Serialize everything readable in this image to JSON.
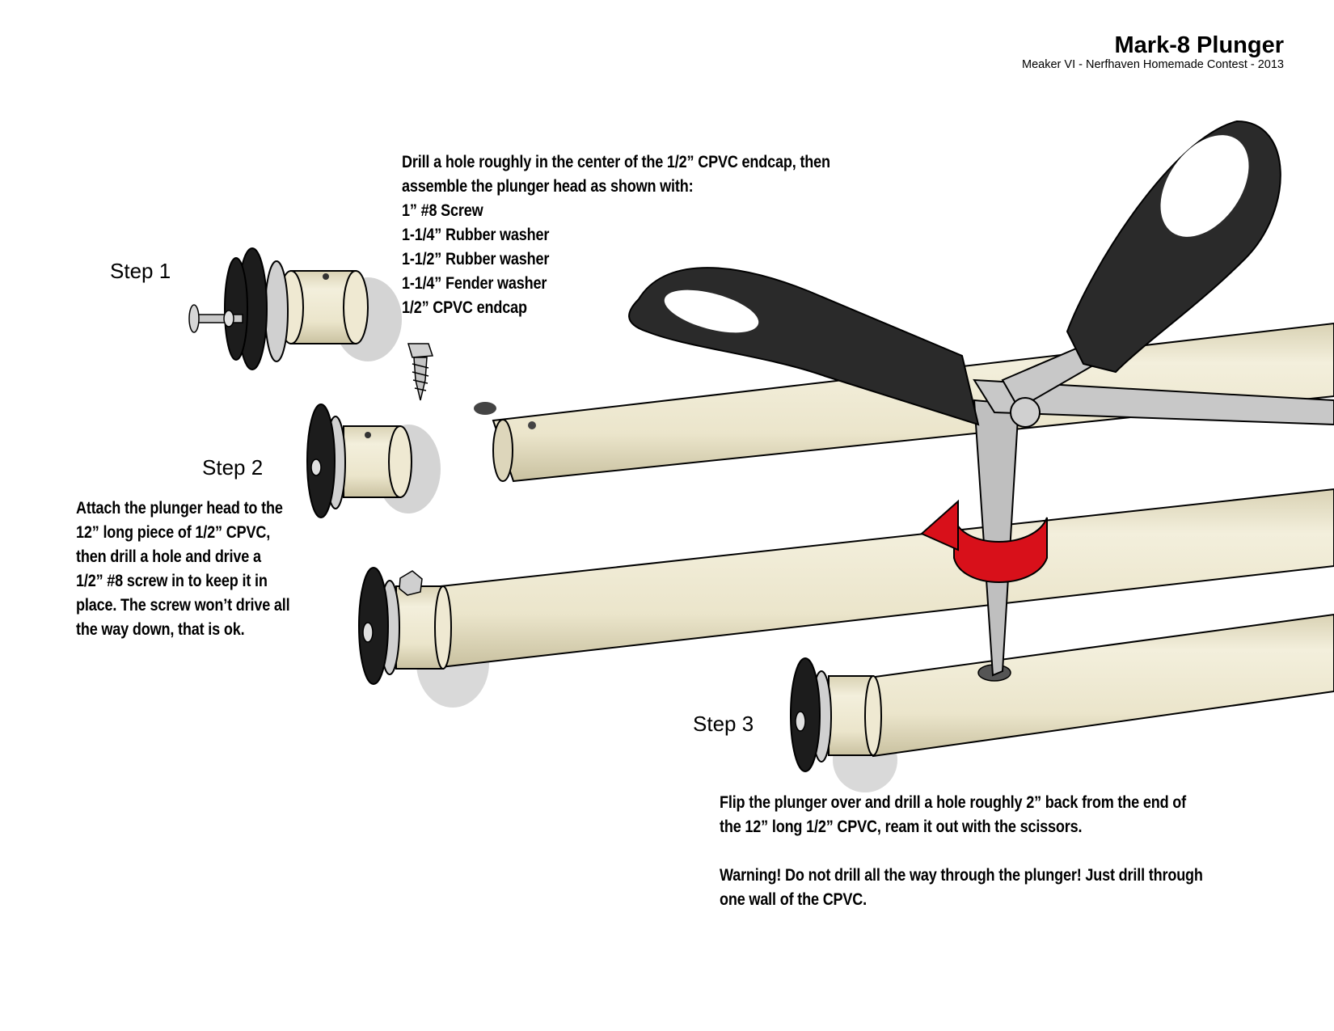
{
  "header": {
    "title": "Mark-8 Plunger",
    "subtitle": "Meaker VI - Nerfhaven Homemade Contest - 2013"
  },
  "steps": {
    "step1_label": "Step 1",
    "step2_label": "Step 2",
    "step3_label": "Step 3"
  },
  "instructions": {
    "step1_lines": [
      "Drill a hole roughly in the center of the 1/2” CPVC endcap, then",
      "assemble the plunger head as shown with:",
      "1” #8 Screw",
      "1-1/4” Rubber washer",
      "1-1/2” Rubber washer",
      "1-1/4” Fender washer",
      "1/2” CPVC endcap"
    ],
    "step2_lines": [
      "Attach the plunger head to the",
      "12” long piece of 1/2” CPVC,",
      "then drill a hole and drive a",
      "1/2” #8 screw in to keep it in",
      "place. The screw won’t drive all",
      "the way down, that is ok."
    ],
    "step3_lines": [
      "Flip the plunger over and drill a hole roughly 2” back from the end of",
      "the 12” long 1/2” CPVC, ream it out with the scissors."
    ],
    "warning_lines": [
      "Warning! Do not drill all the way through the plunger! Just drill through",
      "one wall of the CPVC."
    ]
  },
  "colors": {
    "pipe": "#ece7cf",
    "washer": "#1c1c1c",
    "scissor_handle": "#2a2a2a",
    "arrow": "#d8101a"
  }
}
